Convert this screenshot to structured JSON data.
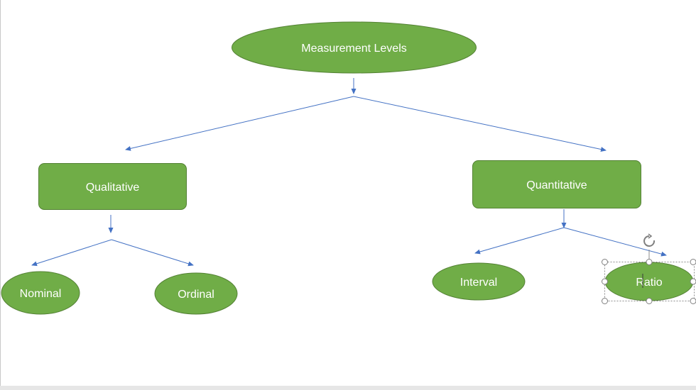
{
  "diagram": {
    "root": "Measurement Levels",
    "branches": {
      "qualitative": {
        "label": "Qualitative",
        "children": [
          "Nominal",
          "Ordinal"
        ]
      },
      "quantitative": {
        "label": "Quantitative",
        "children": [
          "Interval",
          "Ratio"
        ]
      }
    },
    "selected_node": "Ratio"
  },
  "colors": {
    "shape_fill": "#70ad47",
    "shape_border": "#548235",
    "connector": "#4472c4",
    "canvas_bg": "#ffffff",
    "outer_bg": "#e6e6e6",
    "selection_handle": "#7f7f7f"
  }
}
